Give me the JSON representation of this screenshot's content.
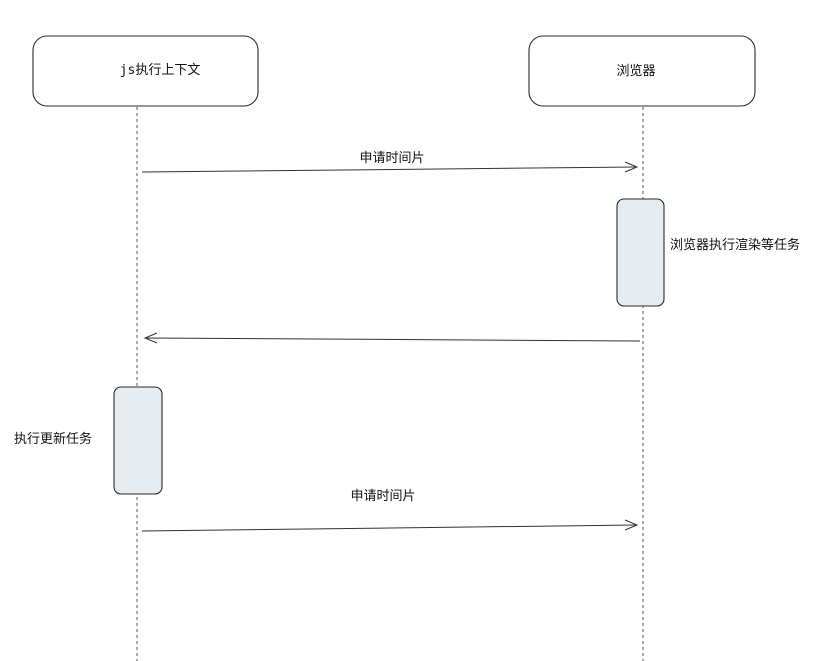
{
  "actors": {
    "left": {
      "label": "js执行上下文"
    },
    "right": {
      "label": "浏览器"
    }
  },
  "messages": [
    {
      "label": "申请时间片",
      "from": "left",
      "to": "right"
    },
    {
      "label": "",
      "from": "right",
      "to": "left"
    },
    {
      "label": "申请时间片",
      "from": "left",
      "to": "right"
    }
  ],
  "activations": [
    {
      "actor": "right",
      "label": "浏览器执行渲染等任务"
    },
    {
      "actor": "left",
      "label": "执行更新任务"
    }
  ],
  "colors": {
    "activation_fill": "#e7ecf0",
    "stroke": "#2b2b2b"
  }
}
